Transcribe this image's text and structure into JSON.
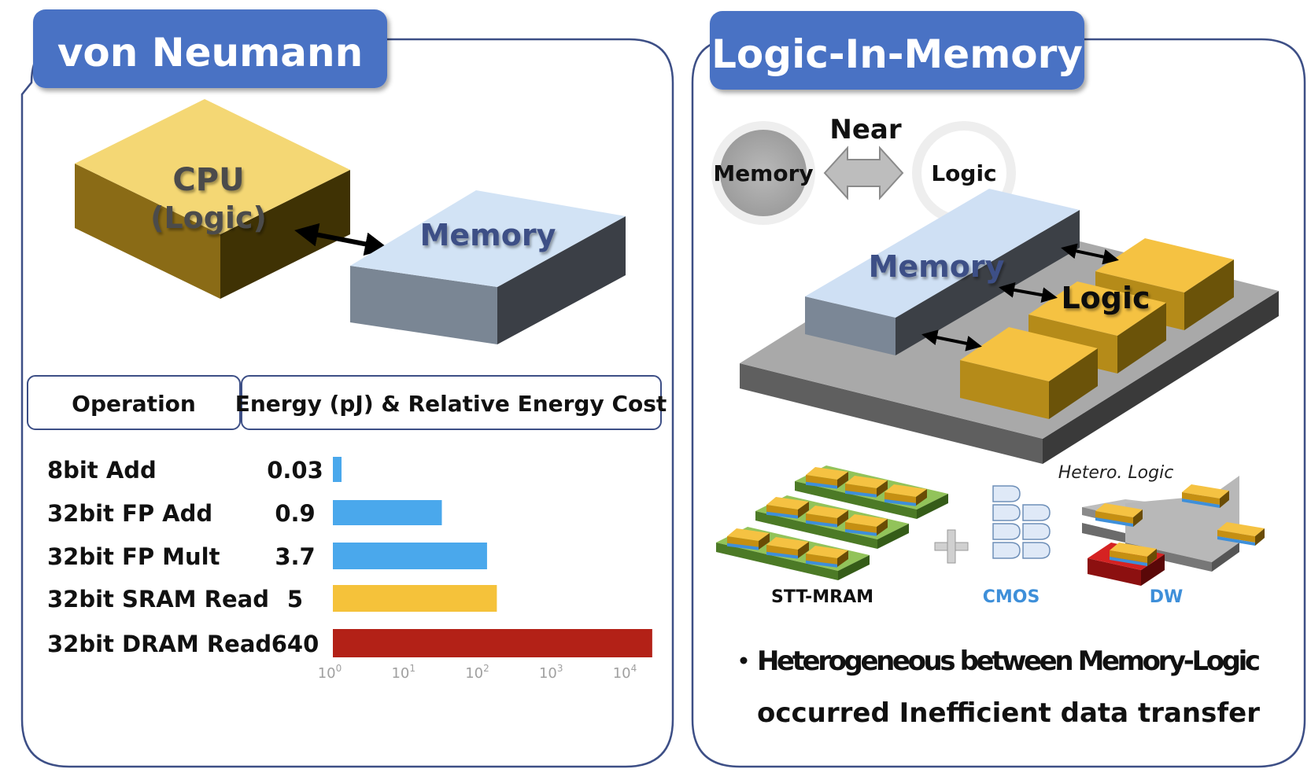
{
  "von_neumann": {
    "title": "von Neumann",
    "cpu_label_line1": "CPU",
    "cpu_label_line2": "(Logic)",
    "memory_label": "Memory",
    "table_header_operation": "Operation",
    "table_header_energy": "Energy (pJ) & Relative Energy Cost"
  },
  "chart_data": {
    "type": "bar",
    "orientation": "horizontal",
    "x_scale": "log",
    "xlim": [
      1,
      10000
    ],
    "categories": [
      "8bit Add",
      "32bit FP Add",
      "32bit FP Mult",
      "32bit SRAM Read",
      "32bit DRAM Read"
    ],
    "value_labels": [
      "0.03",
      "0.9",
      "3.7",
      "5",
      "640"
    ],
    "relative_cost": [
      1,
      30,
      123,
      167,
      21333
    ],
    "bar_colors": [
      "#4aa8ec",
      "#4aa8ec",
      "#4aa8ec",
      "#f5c23a",
      "#b32117"
    ],
    "tick_base": "10",
    "tick_exponents": [
      "0",
      "1",
      "2",
      "3",
      "4"
    ],
    "title": "",
    "xlabel": "",
    "ylabel": ""
  },
  "logic_in_memory": {
    "title": "Logic-In-Memory",
    "near_label": "Near",
    "memory_circle_label": "Memory",
    "logic_circle_label": "Logic",
    "memory_block_label": "Memory",
    "logic_block_label": "Logic",
    "stt_mram_label": "STT-MRAM",
    "cmos_label": "CMOS",
    "dw_label": "DW",
    "hetero_logic_label": "Hetero. Logic",
    "bullet_line1": "Heterogeneous between Memory-Logic",
    "bullet_line2": "occurred Inefficient data transfer"
  },
  "colors": {
    "header_blue": "#4a72c4",
    "panel_border": "#3d4f86",
    "cpu_gold": "#f2d468",
    "memory_blue": "#cfe0f3",
    "logic_gold": "#f5c242",
    "cmos_blue": "#3e8fd9"
  }
}
